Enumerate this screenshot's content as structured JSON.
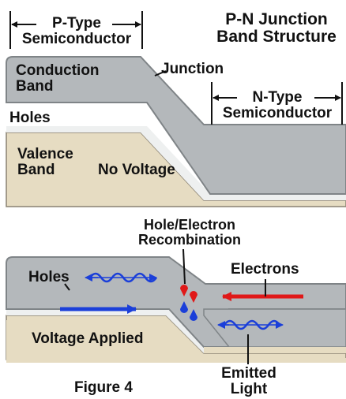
{
  "figure": {
    "title_line1": "P-N Junction",
    "title_line2": "Band Structure",
    "caption": "Figure 4"
  },
  "top_panel": {
    "p_type_line1": "P-Type",
    "p_type_line2": "Semiconductor",
    "n_type_line1": "N-Type",
    "n_type_line2": "Semiconductor",
    "conduction_line1": "Conduction",
    "conduction_line2": "Band",
    "junction": "Junction",
    "holes": "Holes",
    "valence_line1": "Valence",
    "valence_line2": "Band",
    "state": "No Voltage"
  },
  "bottom_panel": {
    "recombination_line1": "Hole/Electron",
    "recombination_line2": "Recombination",
    "electrons": "Electrons",
    "holes": "Holes",
    "state": "Voltage Applied",
    "emitted_line1": "Emitted",
    "emitted_line2": "Light"
  },
  "colors": {
    "conduction_band": "#b4b8bb",
    "band_edge_dark": "#7f8487",
    "valence_band": "#e6dcc2",
    "hole_blue": "#1b3fd9",
    "electron_red": "#e01818",
    "text": "#111111"
  }
}
